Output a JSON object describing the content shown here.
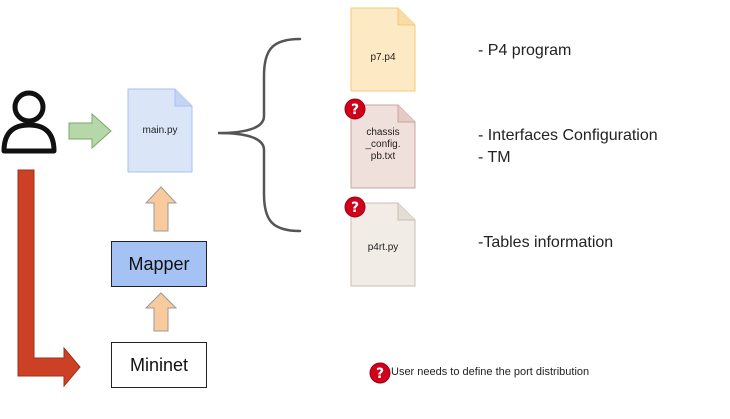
{
  "boxes": {
    "mapper": "Mapper",
    "mininet": "Mininet"
  },
  "files": {
    "main": "main.py",
    "p4": "p7.p4",
    "chassis": "chassis\n_config.\npb.txt",
    "p4rt": "p4rt.py"
  },
  "descriptions": {
    "p4": "- P4 program",
    "chassis_line1": "- Interfaces Configuration",
    "chassis_line2": "- TM",
    "p4rt": "-Tables information"
  },
  "legend": {
    "text": "User needs to define the port distribution"
  },
  "icons": [
    "user-icon",
    "question-icon",
    "file-icon",
    "right-arrow-icon",
    "up-arrow-icon",
    "brace-icon"
  ],
  "colors": {
    "main_file_fill": "#dbe5f8",
    "main_file_stroke": "#a9bff0",
    "p4_file_fill": "#fde9c4",
    "p4_file_stroke": "#f3c97b",
    "chassis_file_fill": "#f0e0dc",
    "chassis_file_stroke": "#c9a59d",
    "p4rt_file_fill": "#f1ece6",
    "p4rt_file_stroke": "#c8bfb4",
    "mapper_fill": "#a4c2f4",
    "green_arrow": "#b6d7a8",
    "orange_arrow": "#f9cb9c",
    "red_arrow": "#cc4125",
    "question_red": "#d0021b"
  }
}
